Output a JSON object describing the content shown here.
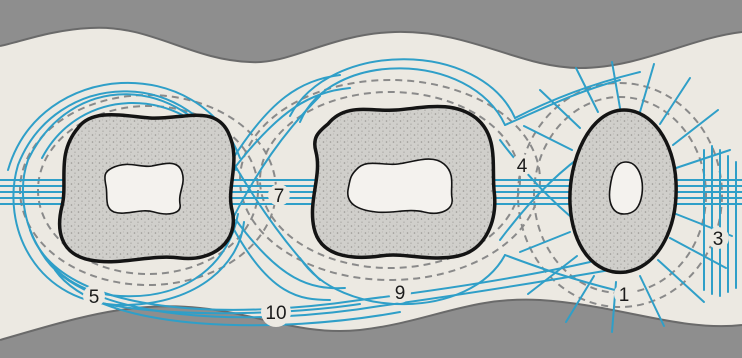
{
  "diagram": {
    "labels": {
      "l1": "1",
      "l3": "3",
      "l4": "4",
      "l5": "5",
      "l7": "7",
      "l9": "9",
      "l10": "10"
    },
    "colors": {
      "fiber": "#2f9fc8",
      "bone": "#8e8e8e",
      "root": "#d0cfcb",
      "background": "#ece9e2",
      "outline": "#141414",
      "pulp": "#f4f2ee",
      "dashed": "#8a8a8a"
    }
  }
}
